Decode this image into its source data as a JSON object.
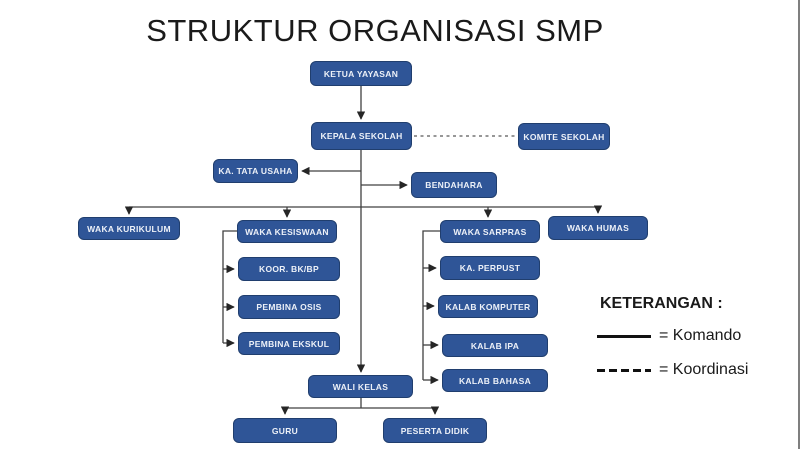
{
  "title": "STRUKTUR ORGANISASI SMP",
  "nodes": {
    "ketua_yayasan": {
      "label": "KETUA YAYASAN"
    },
    "kepala_sekolah": {
      "label": "KEPALA SEKOLAH"
    },
    "komite_sekolah": {
      "label": "KOMITE SEKOLAH"
    },
    "ka_tata_usaha": {
      "label": "KA. TATA USAHA"
    },
    "bendahara": {
      "label": "BENDAHARA"
    },
    "waka_kurikulum": {
      "label": "WAKA KURIKULUM"
    },
    "waka_kesiswaan": {
      "label": "WAKA KESISWAAN"
    },
    "koor_bk_bp": {
      "label": "KOOR. BK/BP"
    },
    "pembina_osis": {
      "label": "PEMBINA OSIS"
    },
    "pembina_ekskul": {
      "label": "PEMBINA EKSKUL"
    },
    "waka_sarpras": {
      "label": "WAKA SARPRAS"
    },
    "ka_perpust": {
      "label": "KA. PERPUST"
    },
    "kalab_komputer": {
      "label": "KALAB KOMPUTER"
    },
    "kalab_ipa": {
      "label": "KALAB IPA"
    },
    "kalab_bahasa": {
      "label": "KALAB BAHASA"
    },
    "waka_humas": {
      "label": "WAKA HUMAS"
    },
    "wali_kelas": {
      "label": "WALI KELAS"
    },
    "guru": {
      "label": "GURU"
    },
    "peserta_didik": {
      "label": "PESERTA DIDIK"
    }
  },
  "edges": [
    {
      "from": "ketua_yayasan",
      "to": "kepala_sekolah",
      "type": "komando"
    },
    {
      "from": "kepala_sekolah",
      "to": "komite_sekolah",
      "type": "koordinasi"
    },
    {
      "from": "kepala_sekolah",
      "to": "ka_tata_usaha",
      "type": "komando"
    },
    {
      "from": "kepala_sekolah",
      "to": "bendahara",
      "type": "komando"
    },
    {
      "from": "kepala_sekolah",
      "to": "waka_kurikulum",
      "type": "komando"
    },
    {
      "from": "kepala_sekolah",
      "to": "waka_kesiswaan",
      "type": "komando"
    },
    {
      "from": "kepala_sekolah",
      "to": "waka_sarpras",
      "type": "komando"
    },
    {
      "from": "kepala_sekolah",
      "to": "waka_humas",
      "type": "komando"
    },
    {
      "from": "waka_kesiswaan",
      "to": "koor_bk_bp",
      "type": "komando"
    },
    {
      "from": "waka_kesiswaan",
      "to": "pembina_osis",
      "type": "komando"
    },
    {
      "from": "waka_kesiswaan",
      "to": "pembina_ekskul",
      "type": "komando"
    },
    {
      "from": "waka_sarpras",
      "to": "ka_perpust",
      "type": "komando"
    },
    {
      "from": "waka_sarpras",
      "to": "kalab_komputer",
      "type": "komando"
    },
    {
      "from": "waka_sarpras",
      "to": "kalab_ipa",
      "type": "komando"
    },
    {
      "from": "waka_sarpras",
      "to": "kalab_bahasa",
      "type": "komando"
    },
    {
      "from": "kepala_sekolah",
      "to": "wali_kelas",
      "type": "komando"
    },
    {
      "from": "wali_kelas",
      "to": "guru",
      "type": "komando"
    },
    {
      "from": "wali_kelas",
      "to": "peserta_didik",
      "type": "komando"
    }
  ],
  "legend": {
    "heading": "KETERANGAN :",
    "items": [
      {
        "line_style": "solid",
        "label": "= Komando"
      },
      {
        "line_style": "dashed",
        "label": "= Koordinasi"
      }
    ]
  },
  "colors": {
    "box_fill": "#2F5597",
    "box_border": "#203E6E",
    "box_text": "#EDF1F8",
    "connector": "#404040",
    "dashed_connector": "#595959",
    "title_text": "#1A1A1A"
  }
}
